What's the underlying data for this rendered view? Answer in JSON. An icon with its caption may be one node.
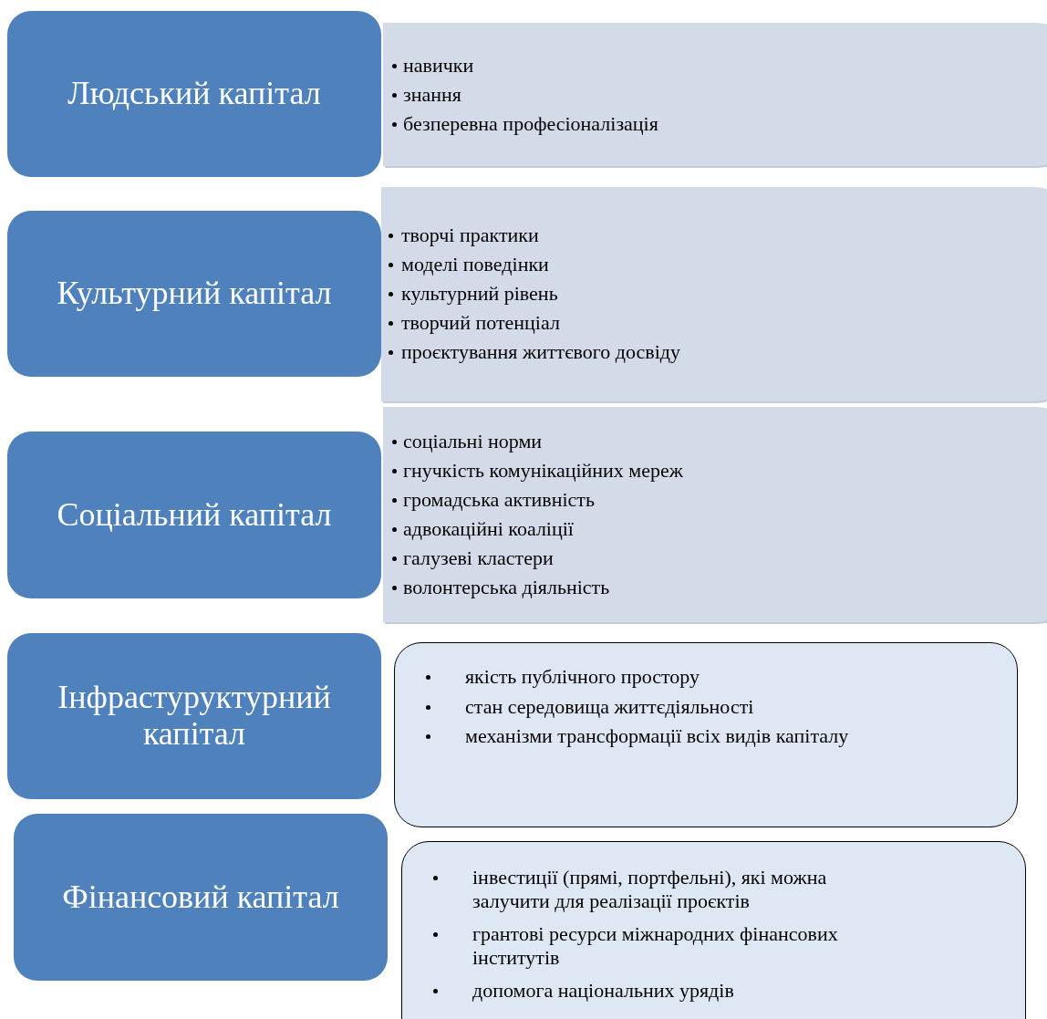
{
  "diagram": {
    "nodes": [
      {
        "text": [
          "Людський капітал"
        ]
      },
      {
        "text": [
          "Культурний капітал"
        ]
      },
      {
        "text": [
          "Соціальний капітал"
        ]
      },
      {
        "text": [
          "Інфрастуруктурний капітал"
        ]
      },
      {
        "text": [
          "Фінансовий капітал"
        ]
      },
      {
        "text": [
          "навички",
          "знання",
          "безперевна професіоналізація"
        ]
      },
      {
        "text": [
          "творчі практики",
          "моделі поведінки",
          "культурний рівень",
          "творчий потенціал",
          "проєктування життєвого досвіду"
        ]
      },
      {
        "text": [
          "соціальні норми",
          "гнучкість комунікаційних мереж",
          "громадська активність",
          "адвокаційні коаліції",
          "галузеві кластери",
          "волонтерська діяльність"
        ]
      },
      {
        "text": [
          "якість публічного простору",
          "стан середовища життєдіяльності",
          "механізми трансформації всіх видів капіталу"
        ]
      },
      {
        "text": [
          "інвестиції (прямі, портфельні), які можна залучити для реалізації проєктів",
          "грантові ресурси міжнародних фінансових інститутів",
          "допомога національних урядів"
        ]
      }
    ]
  }
}
